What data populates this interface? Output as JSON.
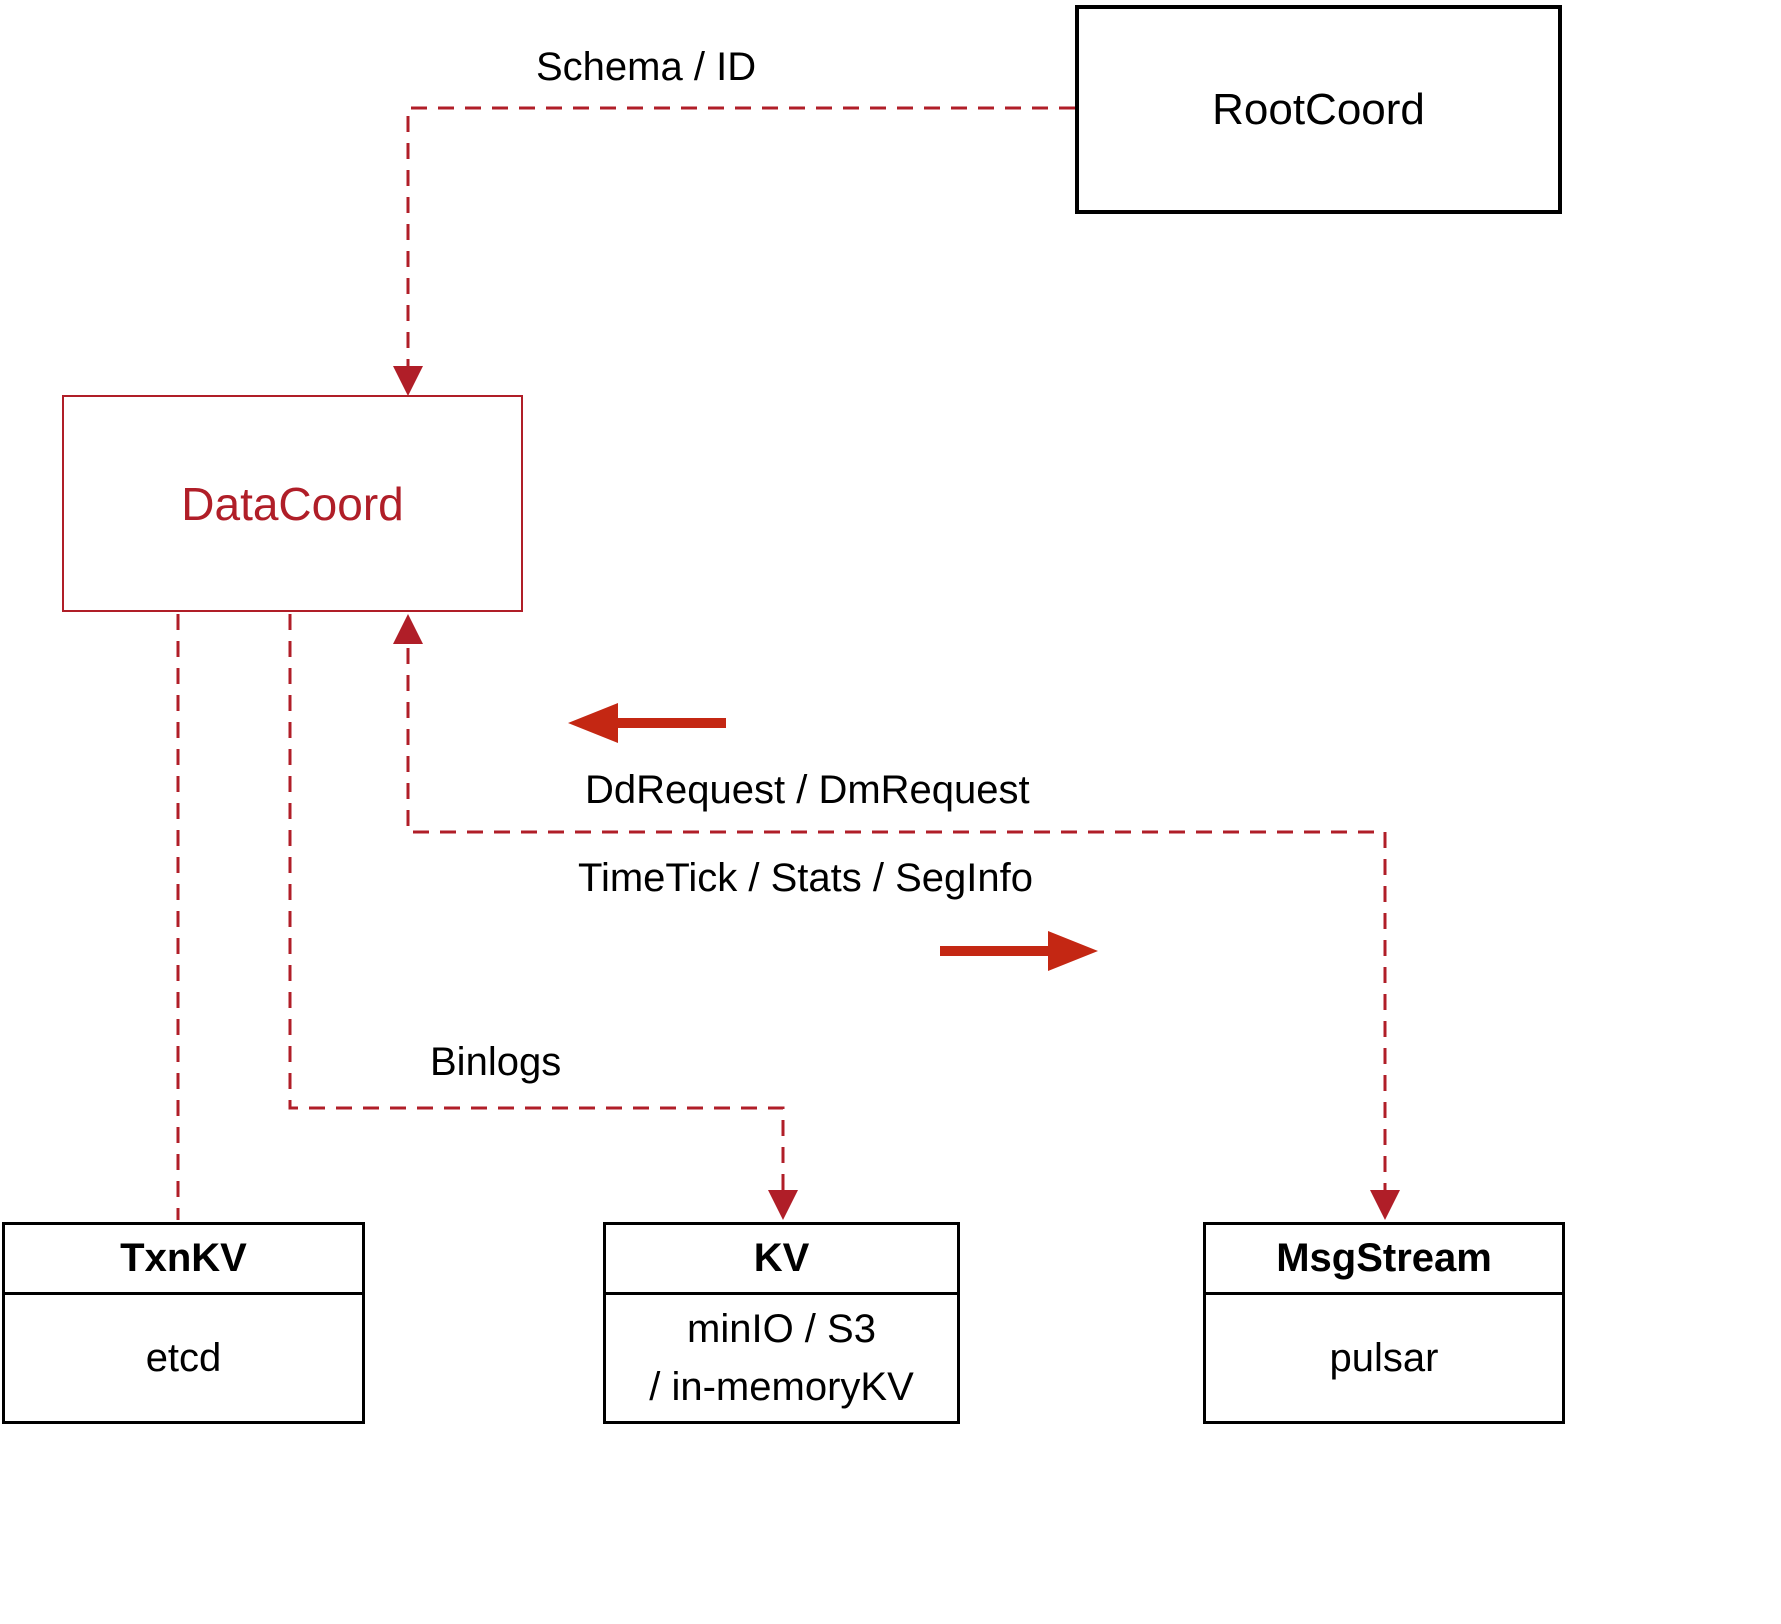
{
  "colors": {
    "crimson": "#b01e28",
    "arrow-red": "#c42713",
    "ink": "#000000"
  },
  "nodes": {
    "rootcoord": {
      "label": "RootCoord"
    },
    "datacoord": {
      "label": "DataCoord"
    },
    "txnkv": {
      "title": "TxnKV",
      "body": "etcd"
    },
    "kv": {
      "title": "KV",
      "line1": "minIO / S3",
      "line2": "/ in-memoryKV"
    },
    "msgstream": {
      "title": "MsgStream",
      "body": "pulsar"
    }
  },
  "labels": {
    "schema_id": "Schema / ID",
    "dd_request": "DdRequest / DmRequest",
    "timetick": "TimeTick / Stats / SegInfo",
    "binlogs": "Binlogs"
  }
}
